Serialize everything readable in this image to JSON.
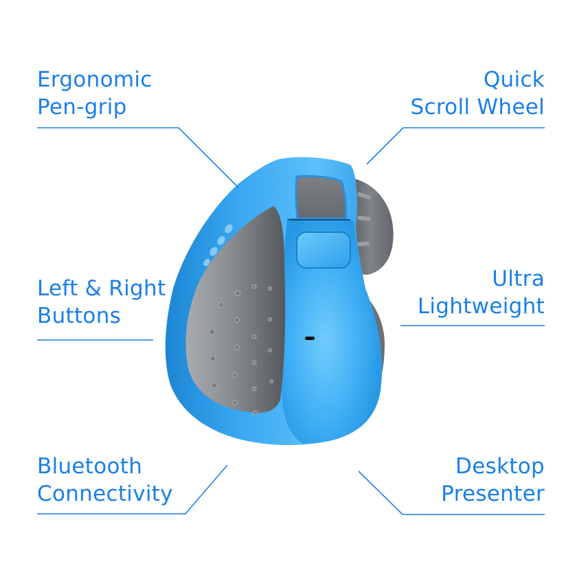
{
  "colors": {
    "accent": "#1a7fe8",
    "line": "#1a7fe8",
    "mouse_body": "#2fa3ef",
    "mouse_body_light": "#5cc0fa",
    "mouse_body_dark": "#1d86d4",
    "grip_gray": "#6e7176",
    "grip_gray_light": "#9a9da2",
    "background": "#ffffff"
  },
  "features": [
    {
      "id": "ergonomic-pen-grip",
      "line1": "Ergonomic",
      "line2": "Pen-grip",
      "side": "left"
    },
    {
      "id": "quick-scroll-wheel",
      "line1": "Quick",
      "line2": "Scroll Wheel",
      "side": "right"
    },
    {
      "id": "left-right-buttons",
      "line1": "Left & Right",
      "line2": "Buttons",
      "side": "left"
    },
    {
      "id": "ultra-lightweight",
      "line1": "Ultra",
      "line2": "Lightweight",
      "side": "right"
    },
    {
      "id": "bluetooth-connectivity",
      "line1": "Bluetooth",
      "line2": "Connectivity",
      "side": "left"
    },
    {
      "id": "desktop-presenter",
      "line1": "Desktop",
      "line2": "Presenter",
      "side": "right"
    }
  ],
  "product": {
    "name": "vertical-pen-grip-mouse",
    "icon": "mouse-icon"
  }
}
